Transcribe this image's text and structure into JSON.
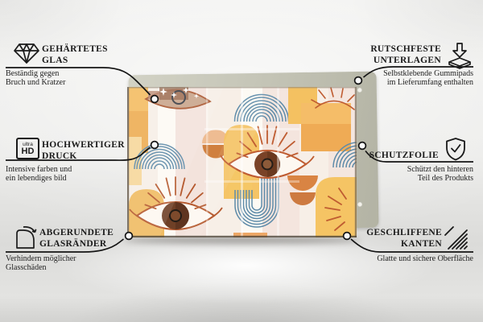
{
  "product": {
    "name": "Glass board with abstract boho eyes pattern",
    "palette": {
      "backing": "#c6c6b8",
      "cream": "#f7efe7",
      "pink_panel": "#f3e3dc",
      "white_panel": "#fdfaf4",
      "yellow": "#f5c466",
      "orange_rect": "#eead53",
      "semicircle_orange": "#d0803f",
      "line_orange": "#bf5c31",
      "iris_brown": "#74402a",
      "blue_lines": "#5e8ba9"
    }
  },
  "callouts": {
    "tempered_glass": {
      "icon": "diamond-icon",
      "title1": "GEHÄRTETES",
      "title2": "GLAS",
      "desc1": "Beständig gegen",
      "desc2": "Bruch und Kratzer"
    },
    "hd_print": {
      "icon": "ultra-hd-icon",
      "icon_text_top": "ultra",
      "icon_text_bottom": "HD",
      "title1": "HOCHWERTIGER",
      "title2": "DRUCK",
      "desc1": "Intensive farben und",
      "desc2": "ein lebendiges bild"
    },
    "rounded_edges": {
      "icon": "rounded-corner-icon",
      "title1": "ABGERUNDETE",
      "title2": "GLASRÄNDER",
      "desc1": "Verhindern möglicher",
      "desc2": "Glasschäden"
    },
    "anti_slip": {
      "icon": "pad-arrow-icon",
      "title1": "RUTSCHFESTE",
      "title2": "UNTERLAGEN",
      "desc1": "Selbstklebende Gummipads",
      "desc2": "im Lieferumfang enthalten"
    },
    "protective_film": {
      "icon": "shield-check-icon",
      "title1": "SCHUTZFOLIE",
      "desc1": "Schützt den hinteren",
      "desc2": "Teil des Produkts"
    },
    "polished_edges": {
      "icon": "hatched-edge-icon",
      "title1": "GESCHLIFFENE",
      "title2": "KANTEN",
      "desc1": "Glatte und sichere Oberfläche"
    }
  }
}
